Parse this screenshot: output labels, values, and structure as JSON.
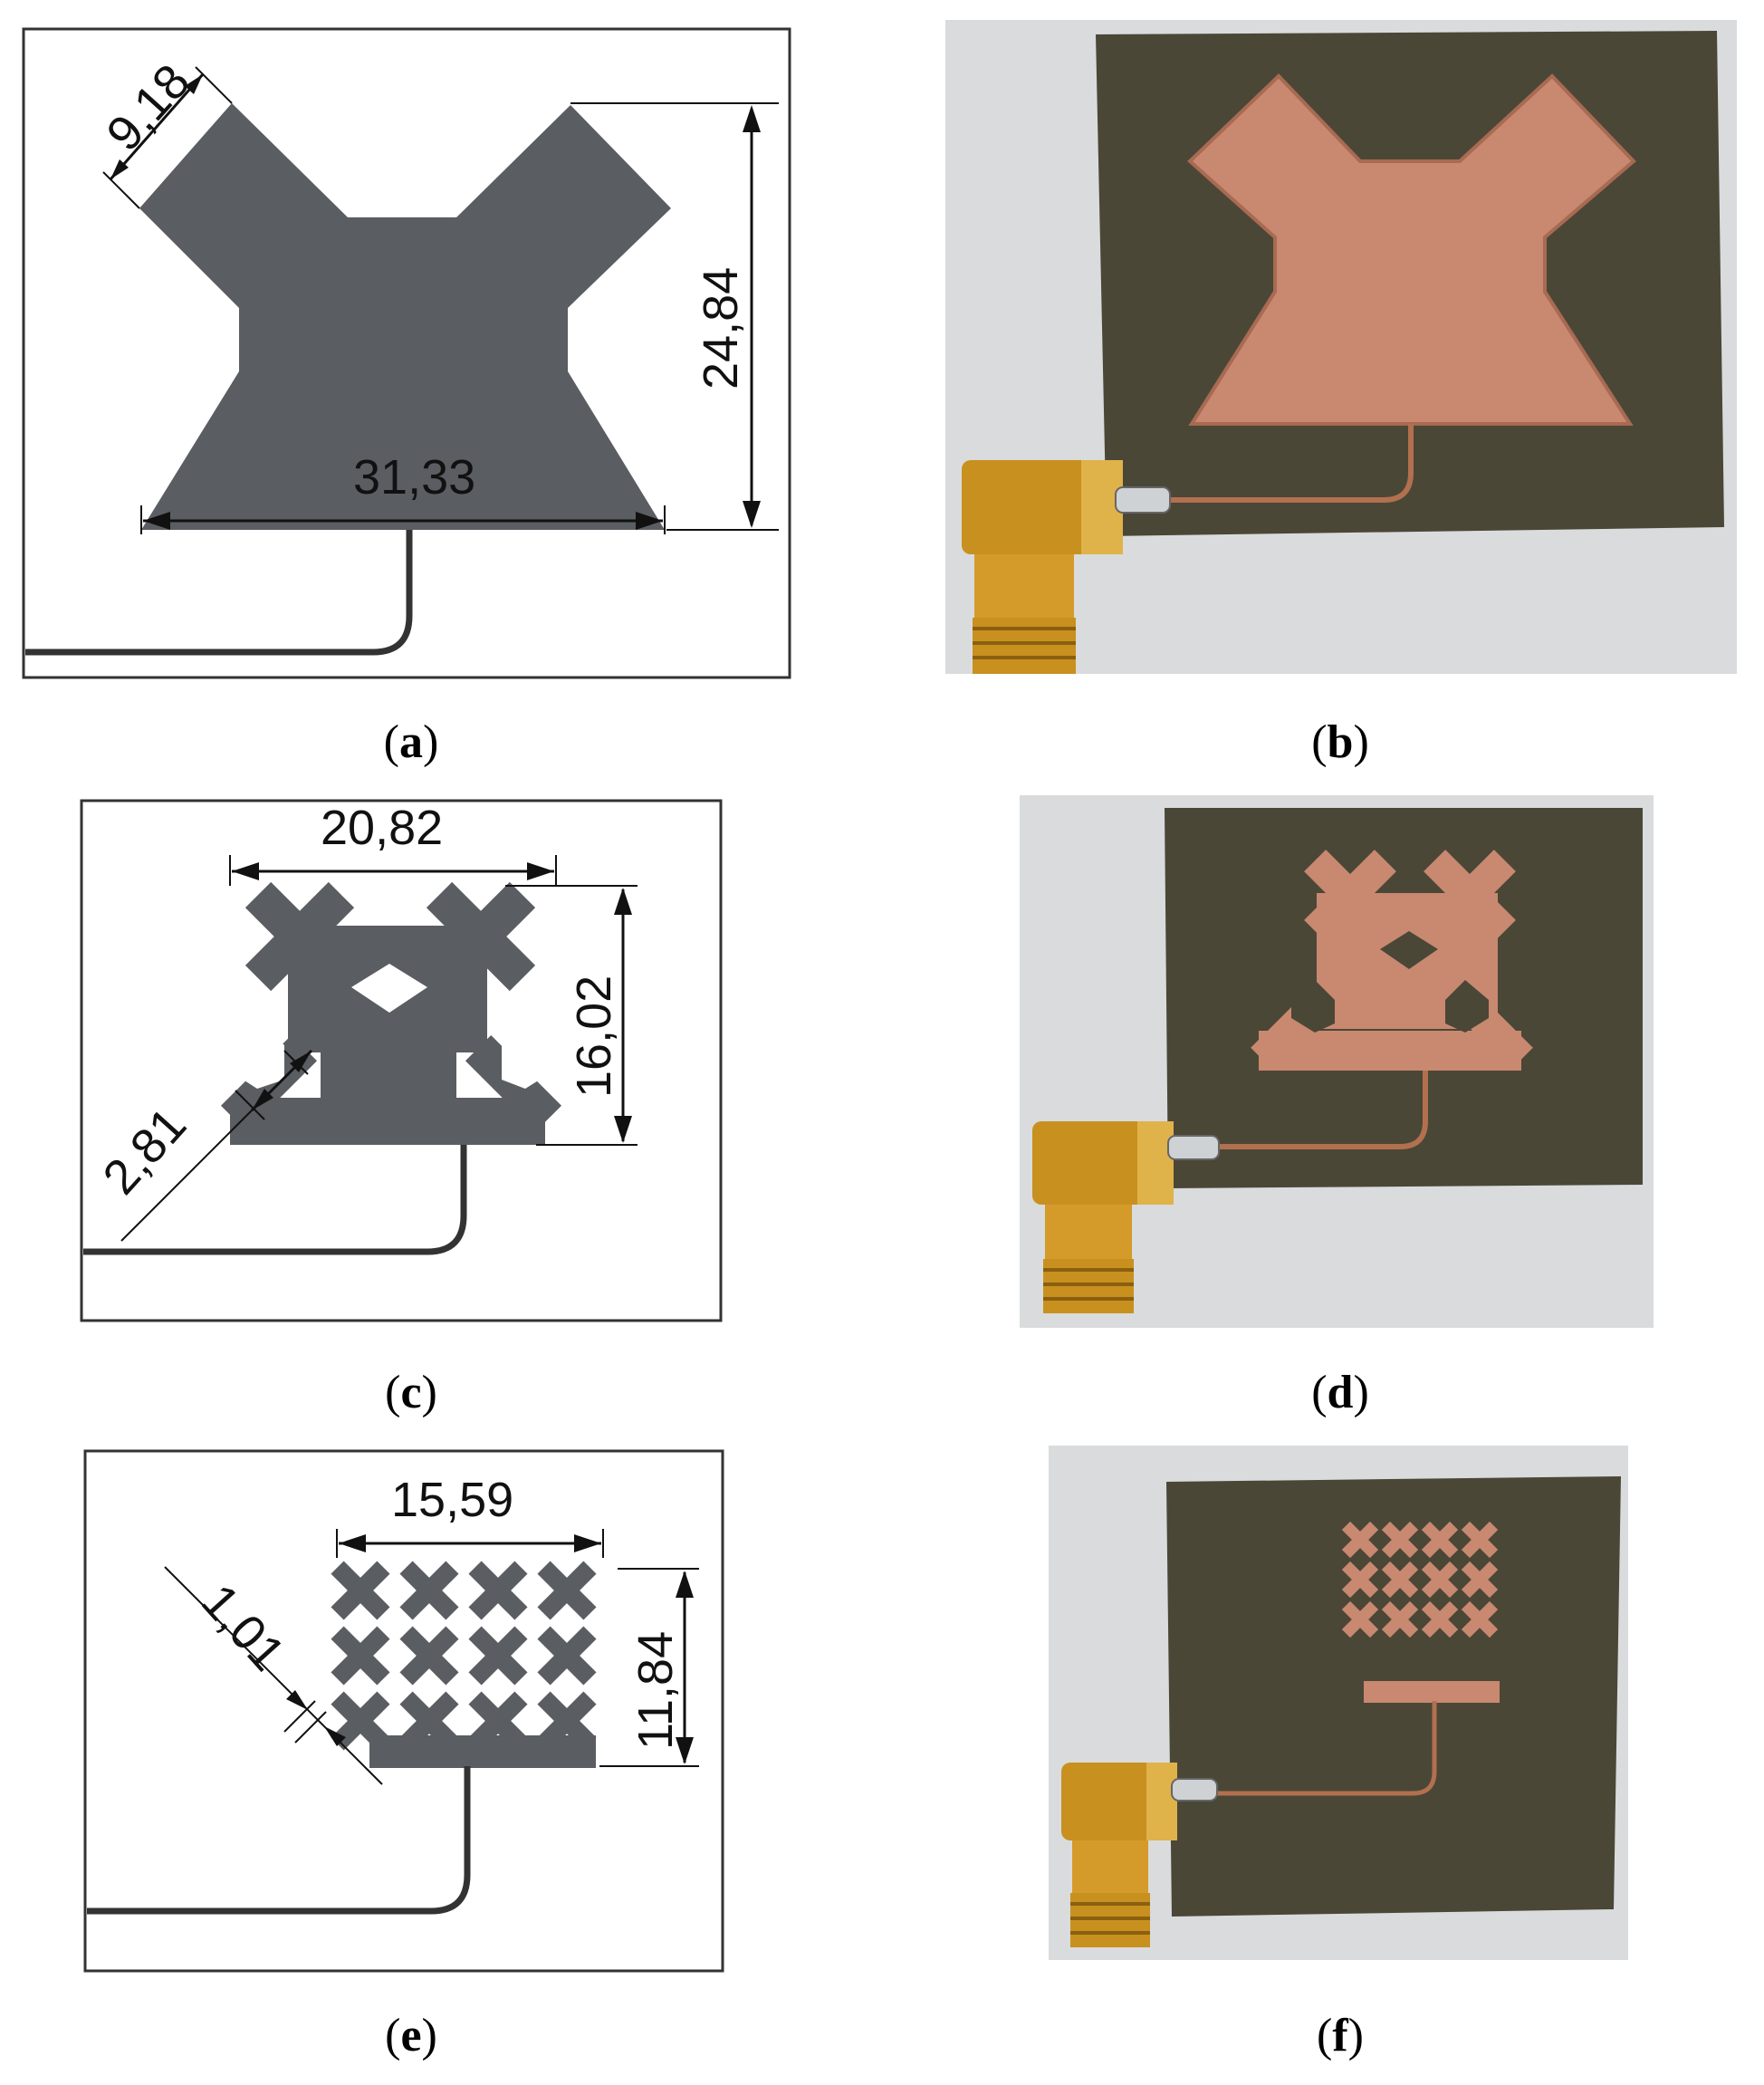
{
  "panels": [
    {
      "id": "a",
      "caption": "a",
      "dimensions": {
        "arm_width": "9,18",
        "height": "24,84",
        "base_width": "31,33"
      }
    },
    {
      "id": "b",
      "caption": "b"
    },
    {
      "id": "c",
      "caption": "c",
      "dimensions": {
        "top_width": "20,82",
        "height": "16,02",
        "gap": "2,81"
      }
    },
    {
      "id": "d",
      "caption": "d"
    },
    {
      "id": "e",
      "caption": "e",
      "dimensions": {
        "top_width": "15,59",
        "height": "11,84",
        "gap": "1,01"
      }
    },
    {
      "id": "f",
      "caption": "f"
    }
  ],
  "colors": {
    "patch_drawing": "#5a5d61",
    "substrate": "#4a4737",
    "copper": "#c98870",
    "connector_gold": "#c8901e",
    "photo_background": "#d9dbdd"
  }
}
